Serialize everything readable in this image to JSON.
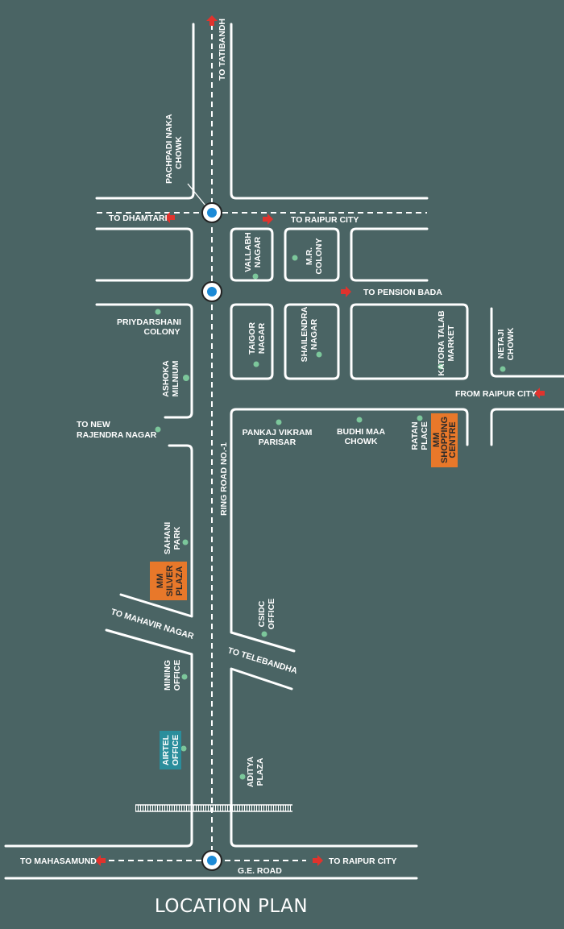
{
  "title": "LOCATION PLAN",
  "colors": {
    "background": "#4a6464",
    "road": "#ffffff",
    "landmark_dot": "#7cc79b",
    "arrow": "#e0332d",
    "junction": "#1c8ad6",
    "project": "#e8782a",
    "airtel": "#2b8e9c"
  },
  "directions": {
    "tatibandh": "TO TATIBANDH",
    "dhamtari": "TO DHAMTARI",
    "raipur_top": "TO RAIPUR CITY",
    "pension_bada": "TO PENSION BADA",
    "from_raipur": "FROM RAIPUR CITY",
    "new_rajendra_1": "TO NEW",
    "new_rajendra_2": "RAJENDRA NAGAR",
    "mahavir_nagar": "TO MAHAVIR NAGAR",
    "telebandha": "TO TELEBANDHA",
    "mahasamund": "TO MAHASAMUND",
    "raipur_bottom": "TO RAIPUR CITY"
  },
  "roads": {
    "ring_road": "RING ROAD NO.-1",
    "ge_road": "G.E. ROAD"
  },
  "junction": {
    "line1": "PACHPADI NAKA",
    "line2": "CHOWK"
  },
  "landmarks": {
    "vallabh": [
      "VALLABH",
      "NAGAR"
    ],
    "mr_colony": [
      "M.R.",
      "COLONY"
    ],
    "priydarshani": [
      "PRIYDARSHANI",
      "COLONY"
    ],
    "ashoka": [
      "ASHOKA",
      "MILNIUM"
    ],
    "taigor": [
      "TAIGOR",
      "NAGAR"
    ],
    "shailendra": [
      "SHAILENDRA",
      "NAGAR"
    ],
    "katora": [
      "KATORA TALAB",
      "MARKET"
    ],
    "netaji": [
      "NETAJI",
      "CHOWK"
    ],
    "pankaj": [
      "PANKAJ VIKRAM",
      "PARISAR"
    ],
    "budhi": [
      "BUDHI MAA",
      "CHOWK"
    ],
    "ratan": [
      "RATAN",
      "PLACE"
    ],
    "sahani": [
      "SAHANI",
      "PARK"
    ],
    "csidc": [
      "CSIDC",
      "OFFICE"
    ],
    "mining": [
      "MINING",
      "OFFICE"
    ],
    "airtel": [
      "AIRTEL",
      "OFFICE"
    ],
    "aditya": [
      "ADITYA",
      "PLAZA"
    ]
  },
  "projects": {
    "shopping": [
      "MM",
      "SHOPPING",
      "CENTRE"
    ],
    "silver": [
      "MM",
      "SILVER",
      "PLAZA"
    ]
  }
}
